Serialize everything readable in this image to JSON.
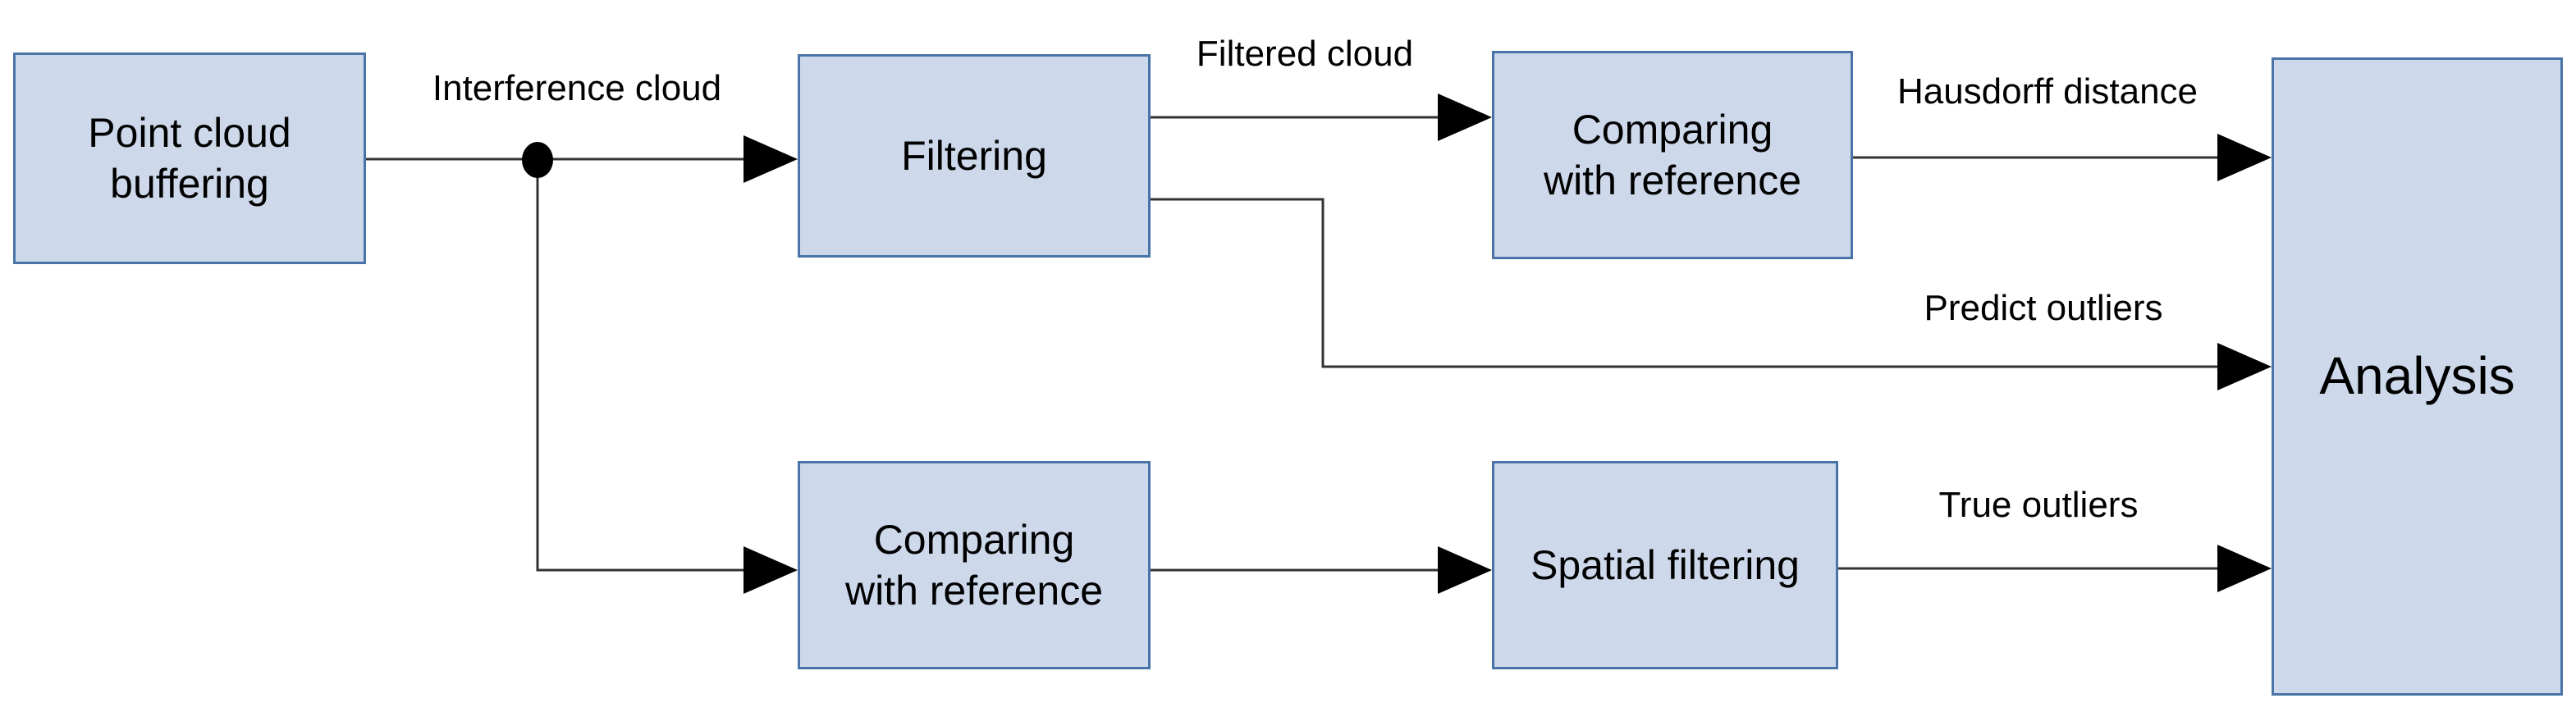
{
  "diagram": {
    "type": "flowchart",
    "nodes": [
      {
        "id": "point-cloud-buffering",
        "label": "Point cloud\nbuffering"
      },
      {
        "id": "filtering",
        "label": "Filtering"
      },
      {
        "id": "comparing-with-reference-top",
        "label": "Comparing\nwith reference"
      },
      {
        "id": "comparing-with-reference-bottom",
        "label": "Comparing\nwith reference"
      },
      {
        "id": "spatial-filtering",
        "label": "Spatial filtering"
      },
      {
        "id": "analysis",
        "label": "Analysis"
      }
    ],
    "edges": [
      {
        "from": "point-cloud-buffering",
        "to": "filtering",
        "label": "Interference cloud"
      },
      {
        "from": "filtering",
        "to": "comparing-with-reference-top",
        "label": "Filtered cloud"
      },
      {
        "from": "comparing-with-reference-top",
        "to": "analysis",
        "label": "Hausdorff distance"
      },
      {
        "from": "filtering",
        "to": "analysis",
        "label": "Predict outliers"
      },
      {
        "from": "point-cloud-buffering",
        "to": "comparing-with-reference-bottom",
        "label": ""
      },
      {
        "from": "comparing-with-reference-bottom",
        "to": "spatial-filtering",
        "label": ""
      },
      {
        "from": "spatial-filtering",
        "to": "analysis",
        "label": "True outliers"
      }
    ],
    "colors": {
      "node_fill": "#cdd9eb",
      "node_border": "#4a74a8",
      "connector_line": "#333333",
      "arrowhead": "#000000",
      "text": "#000000",
      "background": "#ffffff"
    }
  }
}
